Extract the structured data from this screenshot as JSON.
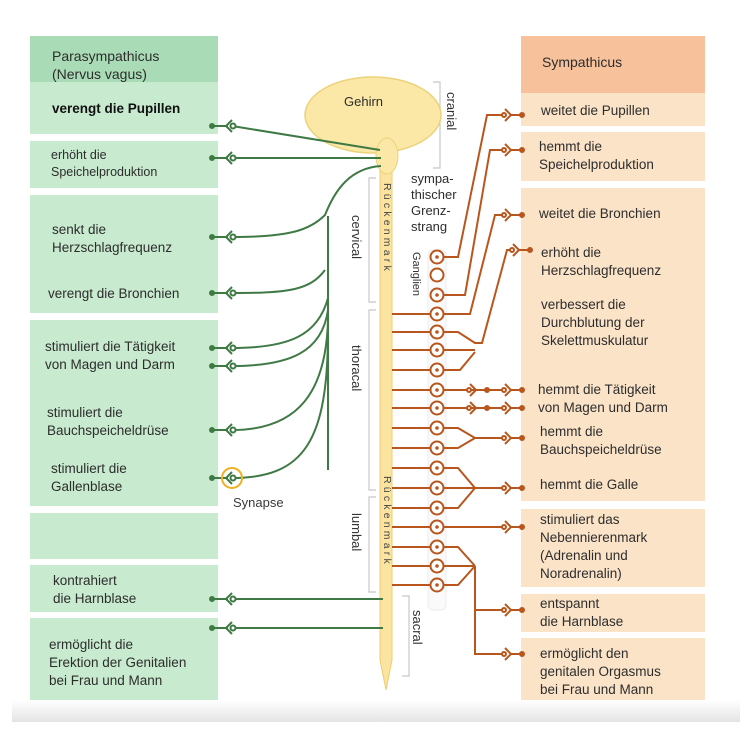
{
  "diagram": {
    "colors": {
      "parasympathetic_header": "#a9dcb6",
      "parasympathetic_box": "#c8eacf",
      "parasympathetic_nerve": "#3f7a45",
      "sympathetic_header": "#f7c29b",
      "sympathetic_box": "#fbe3c8",
      "sympathetic_nerve": "#b8561d",
      "brain_fill": "#fbe8a6",
      "brain_stroke": "#ecd27a",
      "synapse_ring": "#f0b020"
    },
    "parasympathicus": {
      "header": "Parasympathicus\n(Nervus vagus)",
      "effects": [
        "verengt die Pupillen",
        "erhöht die\nSpeichelproduktion",
        "senkt die\nHerzschlagfrequenz",
        "verengt die Bronchien",
        "stimuliert die Tätigkeit\nvon Magen und Darm",
        "stimuliert die\nBauchspeicheldrüse",
        "stimuliert die\nGallenblase",
        "kontrahiert\ndie Harnblase",
        "ermöglicht die\nErektion der Genitalien\nbei Frau und Mann"
      ]
    },
    "sympathicus": {
      "header": "Sympathicus",
      "effects": [
        "weitet die Pupillen",
        "hemmt die\nSpeichelproduktion",
        "weitet die Bronchien",
        "erhöht die\nHerzschlagfrequenz",
        "verbessert die\nDurchblutung der\nSkelettmuskulatur",
        "hemmt die Tätigkeit\nvon Magen und  Darm",
        "hemmt die\nBauchspeicheldrüse",
        "hemmt die Galle",
        "stimuliert das\nNebennierenmark\n(Adrenalin und\n   Noradrenalin)",
        "entspannt\ndie Harnblase",
        "ermöglicht den\ngenitalen Orgasmus\nbei Frau und Mann"
      ]
    },
    "center": {
      "brain": "Gehirn",
      "spinal_cord_upper": "Rückenmark",
      "spinal_cord_lower": "Rückenmark",
      "sympathetic_trunk": "sympa-\nthischer\nGrenz-\nstrang",
      "ganglia": "Ganglien",
      "synapse": "Synapse"
    },
    "regions": [
      "cranial",
      "cervical",
      "thoracal",
      "lumbal",
      "sacral"
    ]
  }
}
